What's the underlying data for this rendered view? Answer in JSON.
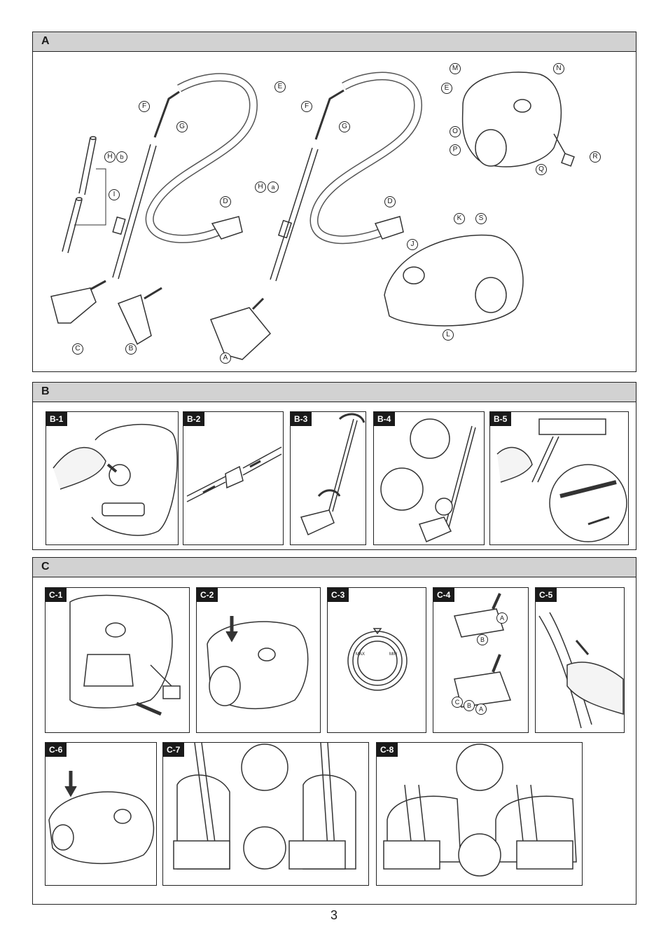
{
  "sections": {
    "a": {
      "letter": "A"
    },
    "b": {
      "letter": "B"
    },
    "c": {
      "letter": "C"
    }
  },
  "callouts": {
    "c_left": "C",
    "b_left": "B",
    "a_nozzle": "A",
    "d1": "D",
    "d2": "D",
    "e1": "E",
    "e2": "E",
    "f1": "F",
    "f2": "F",
    "g1": "G",
    "g2": "G",
    "h1": "H",
    "b_small": "b",
    "h2": "H",
    "a_small": "a",
    "i": "I",
    "j": "J",
    "k": "K",
    "l": "L",
    "m": "M",
    "n": "N",
    "o": "O",
    "p": "P",
    "q": "Q",
    "r": "R",
    "s": "S"
  },
  "panels": {
    "b1": "B-1",
    "b2": "B-2",
    "b3": "B-3",
    "b4": "B-4",
    "b5": "B-5",
    "c1": "C-1",
    "c2": "C-2",
    "c3": "C-3",
    "c4": "C-4",
    "c5": "C-5",
    "c6": "C-6",
    "c7": "C-7",
    "c8": "C-8"
  },
  "dial": {
    "max": "MAX",
    "min": "MIN"
  },
  "c4_labels": {
    "a1": "A",
    "b1": "B",
    "c": "C",
    "b2": "B",
    "a2": "A"
  },
  "page_number": "3"
}
